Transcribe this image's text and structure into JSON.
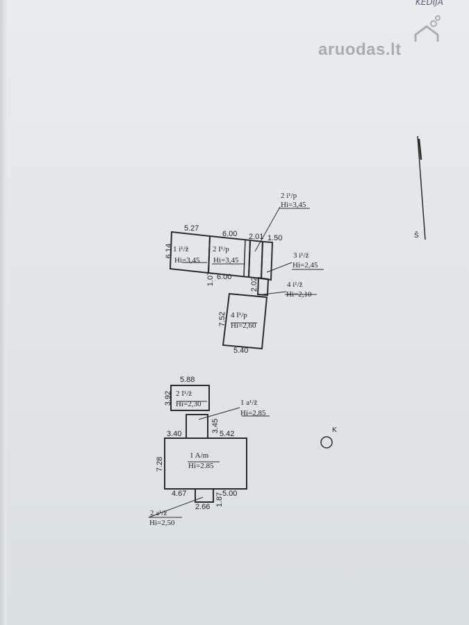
{
  "watermark": {
    "text": "aruodas",
    "suffix": ".lt"
  },
  "handwriting": "KEDIJA",
  "north_label": "Š",
  "compass_label": "K",
  "building_a": {
    "dims": {
      "w1": "5.27",
      "w2": "6.00",
      "w3": "2.01",
      "w4": "1.50",
      "h1": "6.14",
      "h2": "1.07",
      "w5": "6.00",
      "h3": "2.02",
      "h4": "7.52",
      "w6": "5.40"
    },
    "rooms": [
      {
        "label": "1 i¹/ž",
        "hi": "Hi=3,45"
      },
      {
        "label": "2 I¹/p",
        "hi": "Hi=3,45"
      },
      {
        "label": "2 i¹/p",
        "hi": "Hi=3,45"
      },
      {
        "label": "3 i¹/ž",
        "hi": "Hi=2,45"
      },
      {
        "label": "4 i¹/ž",
        "hi": "Hi=2,10"
      },
      {
        "label": "4 I¹/p",
        "hi": "Hi=2,60"
      }
    ]
  },
  "building_b": {
    "dims": {
      "w1": "5.88",
      "h1": "3.92",
      "h2": "3.45",
      "w2": "3.40",
      "w3": "5.42",
      "h3": "7.28",
      "w4": "4.67",
      "w5": "2.66",
      "h4": "1.87",
      "w6": "5.00"
    },
    "rooms": [
      {
        "label": "2 I¹/ž",
        "hi": "Hi=2,30"
      },
      {
        "label": "1 a¹/ž",
        "hi": "Hi=2,85"
      },
      {
        "label": "1 A/m",
        "hi": "Hi=2.85"
      },
      {
        "label": "2 a¹/ž",
        "hi": "Hi=2,50"
      }
    ]
  }
}
